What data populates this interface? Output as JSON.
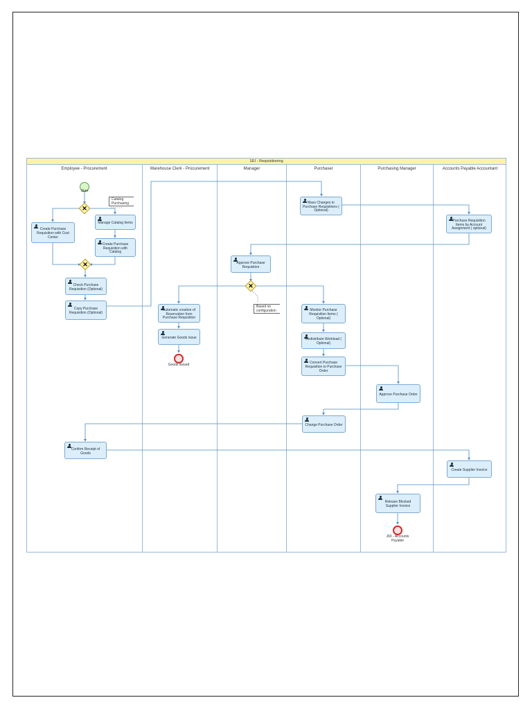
{
  "pool": {
    "title": "18J - Requisitioning"
  },
  "lanes": [
    {
      "title": "Employee - Procurement"
    },
    {
      "title": "Warehouse Clerk - Procurement"
    },
    {
      "title": "Manager"
    },
    {
      "title": "Purchaser"
    },
    {
      "title": "Purchasing Manager"
    },
    {
      "title": "Accounts Payable Accountant"
    }
  ],
  "events": {
    "start": "Start",
    "goods_issued": "Goods issued",
    "accounts_payable": "J60 - Accounts Payable"
  },
  "annotations": {
    "catalog": "Catalog Purchasing",
    "config": "Based on configuration"
  },
  "tasks": {
    "create_pr_cost_center": "Create Purchase Requisition with Cost Center",
    "manage_catalog_items": "Manage Catalog Items",
    "create_pr_catalog": "Create Purchase Requisition with Catalog",
    "check_pr": "Check Purchase Requisition (Optional)",
    "copy_pr": "Copy Purchase Requisition (Optional)",
    "mass_changes": "Mass Changes to Purchase Requisitions ( Optional)",
    "pr_items_account": "Purchase Requisition Items by Account Assignment ( optional)",
    "approve_pr": "Approve Purchase Requisition",
    "auto_reservation": "Automatic creation of Reservation from Purchase Requisition",
    "generate_goods_issue": "Generate Goods Issue",
    "monitor_pr_items": "Monitor Purchase Requisition Items ( Optional)",
    "redistribute_workload": "Redistribute Workload ( Optional)",
    "convert_pr_po": "Convert Purchase Requisition to Purchase Order",
    "approve_po": "Approve Purchase Order",
    "change_po": "Change Purchase Order",
    "confirm_receipt": "Confirm Receipt of Goods",
    "create_supplier_invoice": "Create Supplier Invoice",
    "release_blocked_invoice": "Release Blocked Supplier Invoice"
  },
  "gateways": {
    "split": "exclusive",
    "merge": "exclusive",
    "approval": "exclusive"
  },
  "colors": {
    "task_fill": "#dceefa",
    "task_border": "#7aa9d0",
    "flow": "#4a8cc4",
    "pool_header": "#fdf3a8",
    "gateway": "#fdf3a8",
    "start_event": "#d9f7c9",
    "end_event": "#d02b2b"
  }
}
